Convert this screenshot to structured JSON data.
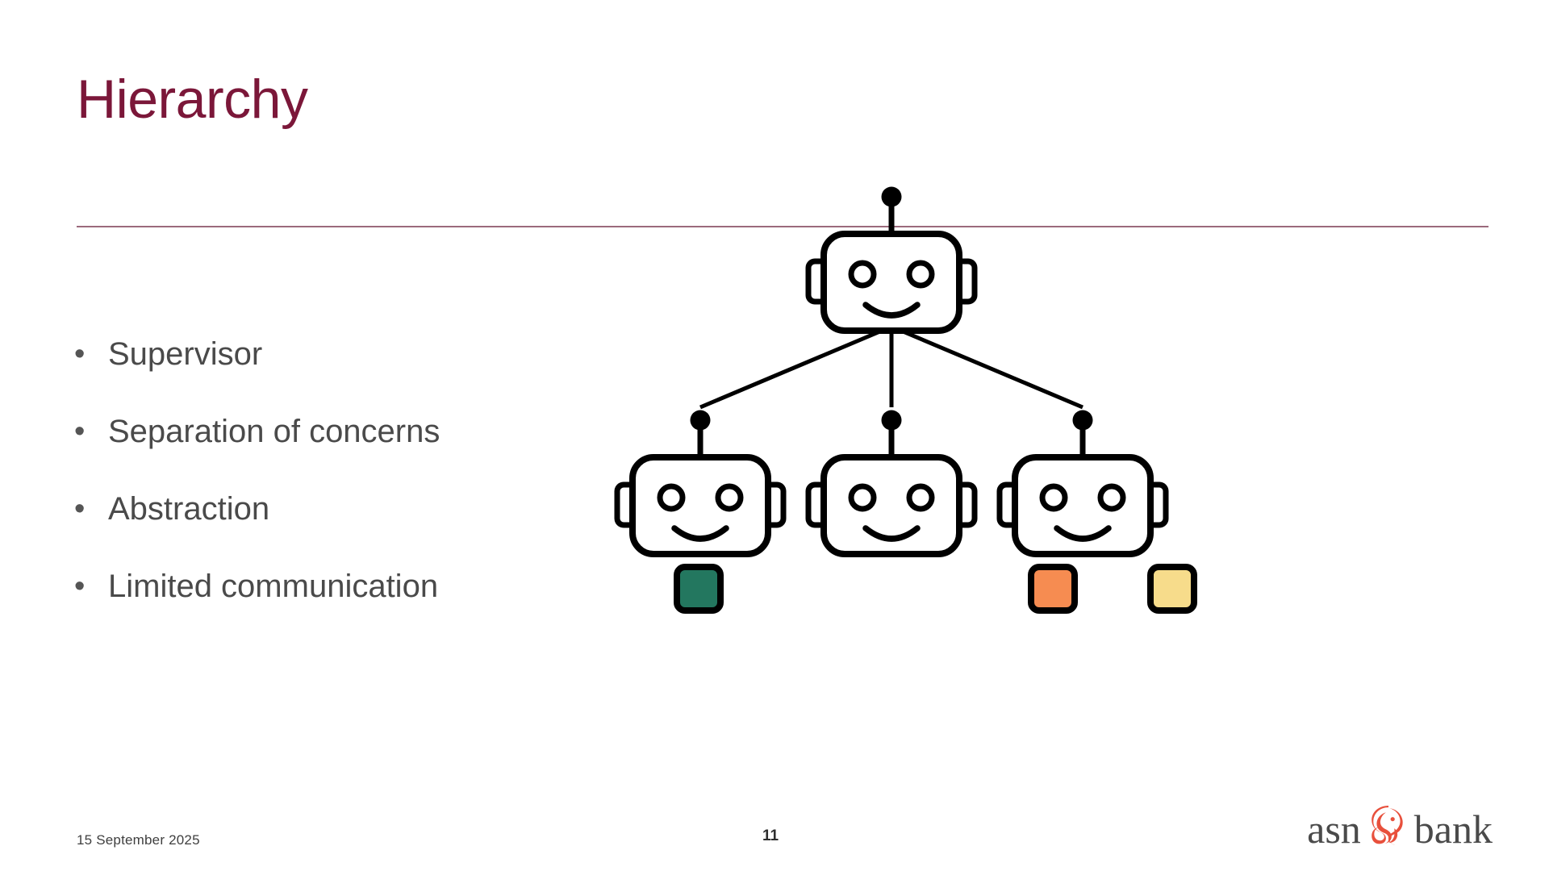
{
  "slide": {
    "title": "Hierarchy",
    "title_color": "#7B1739",
    "rule_color": "#9B6A7C",
    "background": "#ffffff"
  },
  "bullets": [
    {
      "marker": "•",
      "label": "Supervisor"
    },
    {
      "marker": "•",
      "label": "Separation of concerns"
    },
    {
      "marker": "•",
      "label": "Abstraction"
    },
    {
      "marker": "•",
      "label": "Limited communication"
    }
  ],
  "diagram": {
    "type": "hierarchy-tree",
    "stroke_color": "#000000",
    "nodes": [
      {
        "id": "supervisor",
        "icon": "robot-icon",
        "level": 0,
        "children": [
          "worker-1",
          "worker-2",
          "worker-3"
        ]
      },
      {
        "id": "worker-1",
        "icon": "robot-icon",
        "level": 1,
        "tools": [
          "tool-green"
        ]
      },
      {
        "id": "worker-2",
        "icon": "robot-icon",
        "level": 1,
        "tools": []
      },
      {
        "id": "worker-3",
        "icon": "robot-icon",
        "level": 1,
        "tools": [
          "tool-orange",
          "tool-yellow"
        ]
      }
    ],
    "tools": [
      {
        "id": "tool-green",
        "icon": "tool-square-icon",
        "color": "#23775F"
      },
      {
        "id": "tool-orange",
        "icon": "tool-square-icon",
        "color": "#F68C51"
      },
      {
        "id": "tool-yellow",
        "icon": "tool-square-icon",
        "color": "#F7DC8B"
      }
    ]
  },
  "footer": {
    "date": "15 September 2025",
    "page_number": "11",
    "logo": {
      "word_left": "asn",
      "word_right": "bank",
      "mark_icon": "asn-squirrel-icon",
      "mark_color": "#E8503C",
      "text_color": "#4A4A4A"
    }
  }
}
